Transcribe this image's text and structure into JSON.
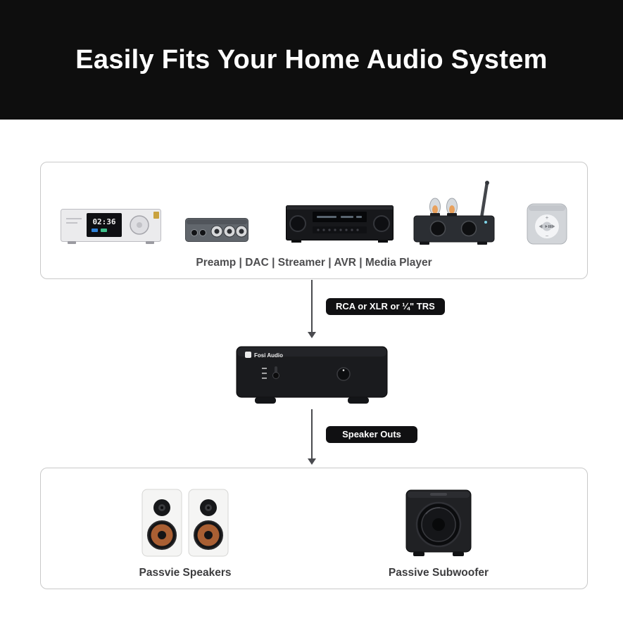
{
  "header": {
    "title": "Easily Fits Your Home Audio System"
  },
  "sources": {
    "caption": "Preamp | DAC | Streamer | AVR | Media Player",
    "preamp_display": "02:36"
  },
  "connections": {
    "input_label": "RCA or XLR or ¼\" TRS",
    "output_label": "Speaker Outs"
  },
  "amplifier": {
    "brand": "Fosi Audio"
  },
  "outputs": {
    "speakers_caption": "Passvie Speakers",
    "subwoofer_caption": "Passive Subwoofer"
  },
  "colors": {
    "banner_bg": "#0e0e0e",
    "badge_bg": "#101012",
    "box_border": "#c9c9c9",
    "arrow": "#4a4b4f",
    "speaker_cone_copper": "#a95f33"
  }
}
